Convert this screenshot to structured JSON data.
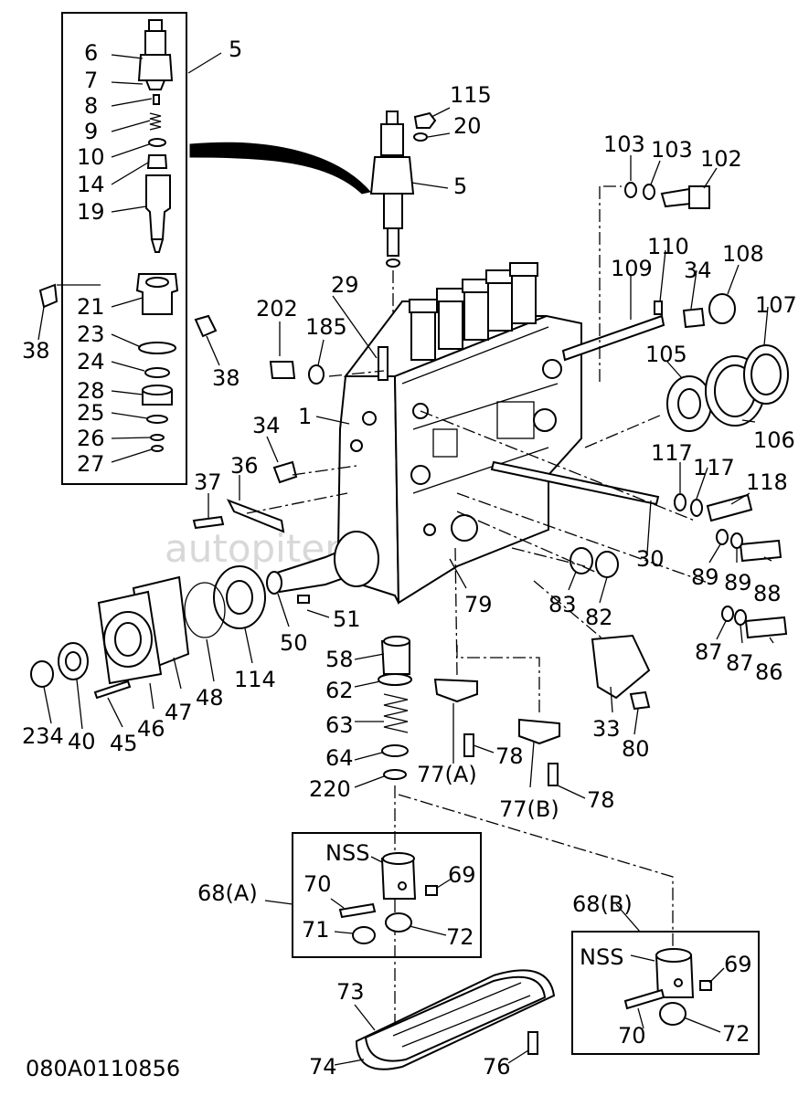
{
  "diagram": {
    "drawing_code": "080A0110856",
    "watermark": "autopiter.ru",
    "callouts": [
      {
        "id": "c6",
        "text": "6"
      },
      {
        "id": "c7",
        "text": "7"
      },
      {
        "id": "c8",
        "text": "8"
      },
      {
        "id": "c9",
        "text": "9"
      },
      {
        "id": "c10",
        "text": "10"
      },
      {
        "id": "c14",
        "text": "14"
      },
      {
        "id": "c19",
        "text": "19"
      },
      {
        "id": "c5a",
        "text": "5"
      },
      {
        "id": "c21",
        "text": "21"
      },
      {
        "id": "c23",
        "text": "23"
      },
      {
        "id": "c24",
        "text": "24"
      },
      {
        "id": "c28",
        "text": "28"
      },
      {
        "id": "c25",
        "text": "25"
      },
      {
        "id": "c26",
        "text": "26"
      },
      {
        "id": "c27",
        "text": "27"
      },
      {
        "id": "c38a",
        "text": "38"
      },
      {
        "id": "c38b",
        "text": "38"
      },
      {
        "id": "c115",
        "text": "115"
      },
      {
        "id": "c20",
        "text": "20"
      },
      {
        "id": "c5b",
        "text": "5"
      },
      {
        "id": "c103a",
        "text": "103"
      },
      {
        "id": "c103b",
        "text": "103"
      },
      {
        "id": "c102",
        "text": "102"
      },
      {
        "id": "c110",
        "text": "110"
      },
      {
        "id": "c109",
        "text": "109"
      },
      {
        "id": "c34a",
        "text": "34"
      },
      {
        "id": "c108",
        "text": "108"
      },
      {
        "id": "c107",
        "text": "107"
      },
      {
        "id": "c105",
        "text": "105"
      },
      {
        "id": "c106",
        "text": "106"
      },
      {
        "id": "c29",
        "text": "29"
      },
      {
        "id": "c202",
        "text": "202"
      },
      {
        "id": "c185",
        "text": "185"
      },
      {
        "id": "c1",
        "text": "1"
      },
      {
        "id": "c34b",
        "text": "34"
      },
      {
        "id": "c36",
        "text": "36"
      },
      {
        "id": "c37",
        "text": "37"
      },
      {
        "id": "c117a",
        "text": "117"
      },
      {
        "id": "c117b",
        "text": "117"
      },
      {
        "id": "c118",
        "text": "118"
      },
      {
        "id": "c30",
        "text": "30"
      },
      {
        "id": "c89a",
        "text": "89"
      },
      {
        "id": "c89b",
        "text": "89"
      },
      {
        "id": "c88",
        "text": "88"
      },
      {
        "id": "c83",
        "text": "83"
      },
      {
        "id": "c82",
        "text": "82"
      },
      {
        "id": "c79",
        "text": "79"
      },
      {
        "id": "c51",
        "text": "51"
      },
      {
        "id": "c50",
        "text": "50"
      },
      {
        "id": "c114",
        "text": "114"
      },
      {
        "id": "c87a",
        "text": "87"
      },
      {
        "id": "c87b",
        "text": "87"
      },
      {
        "id": "c86",
        "text": "86"
      },
      {
        "id": "c58",
        "text": "58"
      },
      {
        "id": "c62",
        "text": "62"
      },
      {
        "id": "c63",
        "text": "63"
      },
      {
        "id": "c64",
        "text": "64"
      },
      {
        "id": "c220",
        "text": "220"
      },
      {
        "id": "c48",
        "text": "48"
      },
      {
        "id": "c47",
        "text": "47"
      },
      {
        "id": "c46",
        "text": "46"
      },
      {
        "id": "c45",
        "text": "45"
      },
      {
        "id": "c40",
        "text": "40"
      },
      {
        "id": "c234",
        "text": "234"
      },
      {
        "id": "c33",
        "text": "33"
      },
      {
        "id": "c80",
        "text": "80"
      },
      {
        "id": "c78a",
        "text": "78"
      },
      {
        "id": "c77a",
        "text": "77(A)"
      },
      {
        "id": "c78b",
        "text": "78"
      },
      {
        "id": "c77b",
        "text": "77(B)"
      },
      {
        "id": "c68a",
        "text": "68(A)"
      },
      {
        "id": "cnssa",
        "text": "NSS"
      },
      {
        "id": "c69a",
        "text": "69"
      },
      {
        "id": "c70a",
        "text": "70"
      },
      {
        "id": "c71",
        "text": "71"
      },
      {
        "id": "c72a",
        "text": "72"
      },
      {
        "id": "c68b",
        "text": "68(B)"
      },
      {
        "id": "cnssb",
        "text": "NSS"
      },
      {
        "id": "c69b",
        "text": "69"
      },
      {
        "id": "c70b",
        "text": "70"
      },
      {
        "id": "c72b",
        "text": "72"
      },
      {
        "id": "c73",
        "text": "73"
      },
      {
        "id": "c74",
        "text": "74"
      },
      {
        "id": "c76",
        "text": "76"
      }
    ]
  }
}
